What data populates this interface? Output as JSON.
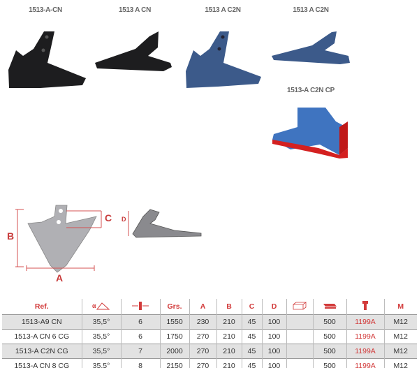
{
  "products": [
    {
      "label": "1513-A-CN",
      "color": "#1d1d1f"
    },
    {
      "label": "1513 A CN",
      "color": "#1d1d1f"
    },
    {
      "label": "1513 A C2N",
      "color": "#3c5a8a"
    },
    {
      "label": "1513 A C2N",
      "color": "#3c5a8a"
    },
    {
      "label": "1513-A C2N CP",
      "color": "#3f74c0"
    }
  ],
  "diagram": {
    "labels": {
      "a": "A",
      "b": "B",
      "c": "C",
      "d": "D"
    }
  },
  "table": {
    "headers": [
      "Ref.",
      "angle-icon",
      "thickness-icon",
      "Grs.",
      "A",
      "B",
      "C",
      "D",
      "box-icon",
      "pallet-icon",
      "bolt-icon",
      "M"
    ],
    "rows": [
      [
        "1513-A9 CN",
        "35,5°",
        "6",
        "1550",
        "230",
        "210",
        "45",
        "100",
        "",
        "500",
        "1199A",
        "M12"
      ],
      [
        "1513-A CN 6 CG",
        "35,5°",
        "6",
        "1750",
        "270",
        "210",
        "45",
        "100",
        "",
        "500",
        "1199A",
        "M12"
      ],
      [
        "1513-A C2N CG",
        "35,5°",
        "7",
        "2000",
        "270",
        "210",
        "45",
        "100",
        "",
        "500",
        "1199A",
        "M12"
      ],
      [
        "1513-A CN 8 CG",
        "35,5°",
        "8",
        "2150",
        "270",
        "210",
        "45",
        "100",
        "",
        "500",
        "1199A",
        "M12"
      ]
    ]
  },
  "colors": {
    "accent": "#d23a3a",
    "shade": "#e2e2e2"
  }
}
